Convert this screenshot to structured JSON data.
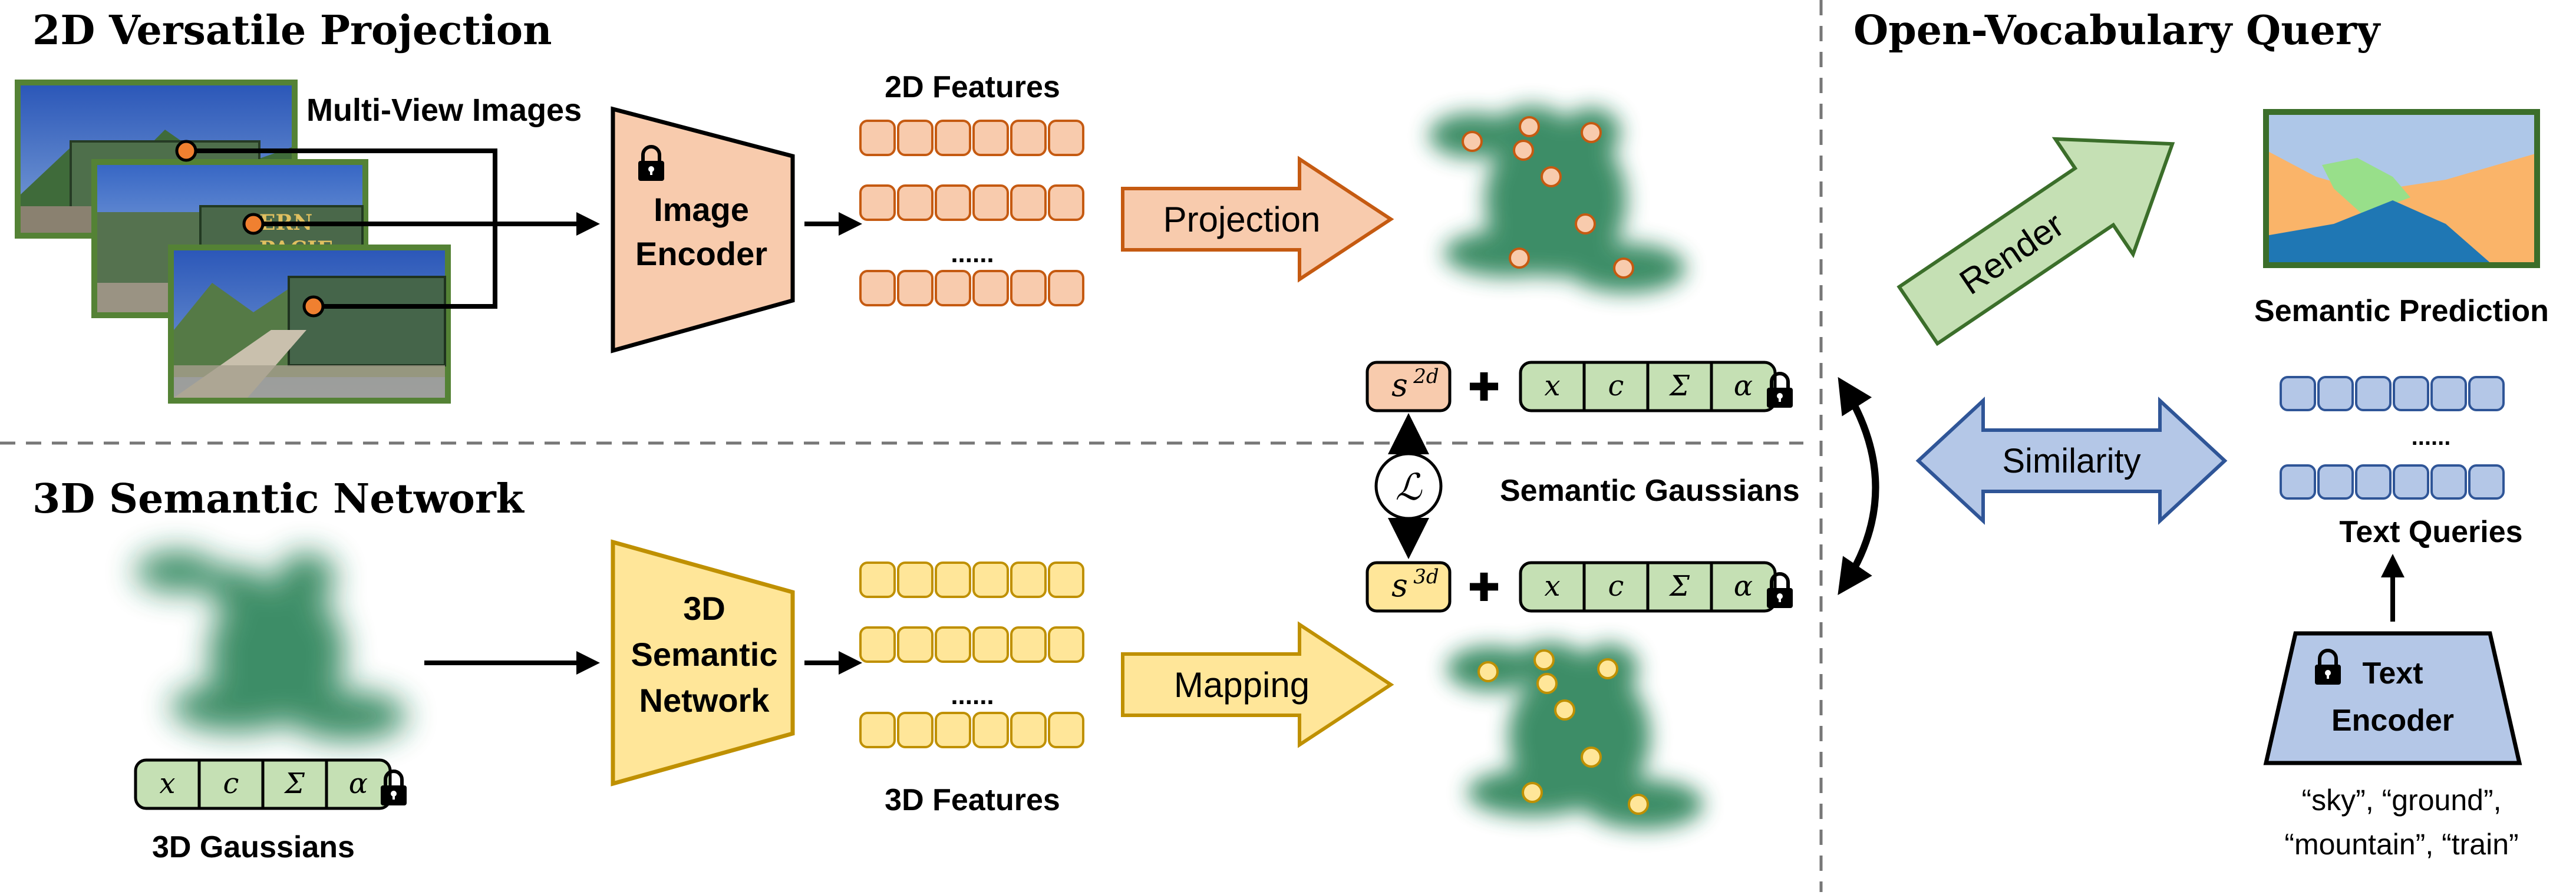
{
  "sections": {
    "projection_title": "2D Versatile Projection",
    "network_title": "3D Semantic Network",
    "query_title": "Open-Vocabulary Query"
  },
  "labels": {
    "multi_view_images": "Multi-View Images",
    "image_encoder_line1": "Image",
    "image_encoder_line2": "Encoder",
    "features_2d": "2D Features",
    "features_3d": "3D Features",
    "dots": "......",
    "projection": "Projection",
    "mapping": "Mapping",
    "net_line1": "3D",
    "net_line2": "Semantic",
    "net_line3": "Network",
    "semantic_gaussians": "Semantic Gaussians",
    "gaussians_3d": "3D Gaussians",
    "render": "Render",
    "similarity": "Similarity",
    "semantic_prediction": "Semantic Prediction",
    "text_queries": "Text Queries",
    "text_encoder_line1": "Text",
    "text_encoder_line2": "Encoder",
    "query_line1": "“sky”, “ground”,",
    "query_line2": "“mountain”, “train”"
  },
  "symbols": {
    "s2d": "s",
    "s2d_sup": "2d",
    "s3d": "s",
    "s3d_sup": "3d",
    "loss": "ℒ",
    "plus": "✚",
    "params": [
      "x",
      "c",
      "Σ",
      "α"
    ]
  },
  "colors": {
    "orange_fill": "#F8CBAD",
    "orange_stroke": "#C55A11",
    "yellow_fill": "#FFE699",
    "yellow_stroke": "#BF9000",
    "green_fill": "#C5E0B4",
    "green_stroke": "#3B6E2A",
    "blue_fill": "#B4C7E7",
    "blue_stroke": "#2F5597",
    "gaussian_green": "#1F7A4D",
    "frame_green": "#548235"
  },
  "icons": [
    "lock-icon",
    "plus-icon",
    "arrow-icon",
    "loss-icon"
  ]
}
